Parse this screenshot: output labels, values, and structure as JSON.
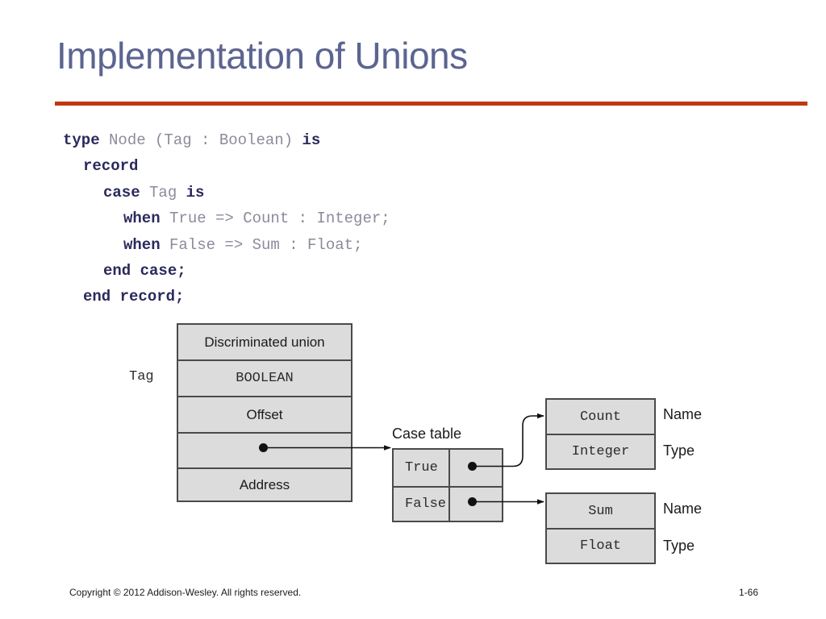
{
  "slide": {
    "title": "Implementation of Unions",
    "rule_color": "#c0380b",
    "title_color": "#5c6490"
  },
  "code": {
    "keyword_color": "#2a2a5e",
    "plain_color": "#8b8b9c",
    "lines": [
      {
        "indent": 0,
        "parts": [
          {
            "t": "type",
            "kw": true
          },
          {
            "t": " Node (Tag : Boolean) ",
            "kw": false
          },
          {
            "t": "is",
            "kw": true
          }
        ]
      },
      {
        "indent": 1,
        "parts": [
          {
            "t": "record",
            "kw": true
          }
        ]
      },
      {
        "indent": 2,
        "parts": [
          {
            "t": "case",
            "kw": true
          },
          {
            "t": " Tag ",
            "kw": false
          },
          {
            "t": "is",
            "kw": true
          }
        ]
      },
      {
        "indent": 3,
        "parts": [
          {
            "t": "when",
            "kw": true
          },
          {
            "t": " True => Count : Integer;",
            "kw": false
          }
        ]
      },
      {
        "indent": 3,
        "parts": [
          {
            "t": "when",
            "kw": true
          },
          {
            "t": " False => Sum : Float;",
            "kw": false
          }
        ]
      },
      {
        "indent": 2,
        "parts": [
          {
            "t": "end case;",
            "kw": true
          }
        ]
      },
      {
        "indent": 1,
        "parts": [
          {
            "t": "end record;",
            "kw": true
          }
        ]
      }
    ],
    "plain_text": "type Node (Tag : Boolean) is\n  record\n    case Tag is\n      when True => Count : Integer;\n      when False => Sum : Float;\n    end case;\n  end record;"
  },
  "diagram": {
    "union_table": {
      "label_left": "Tag",
      "rows": [
        {
          "text": "Discriminated union",
          "font": "sans"
        },
        {
          "text": "BOOLEAN",
          "font": "mono"
        },
        {
          "text": "Offset",
          "font": "sans"
        },
        {
          "text": "",
          "font": "sans",
          "has_pointer_dot": true
        },
        {
          "text": "Address",
          "font": "sans"
        }
      ]
    },
    "case_table": {
      "caption": "Case table",
      "rows": [
        {
          "key": "True",
          "has_pointer_dot": true
        },
        {
          "key": "False",
          "has_pointer_dot": true
        }
      ]
    },
    "variant_boxes": [
      {
        "name": "Count",
        "type": "Integer",
        "name_label": "Name",
        "type_label": "Type"
      },
      {
        "name": "Sum",
        "type": "Float",
        "name_label": "Name",
        "type_label": "Type"
      }
    ],
    "box_fill": "#dcdcdc",
    "box_stroke": "#4a4a4a"
  },
  "footer": {
    "copyright": "Copyright © 2012 Addison-Wesley. All rights reserved.",
    "page": "1-66"
  }
}
